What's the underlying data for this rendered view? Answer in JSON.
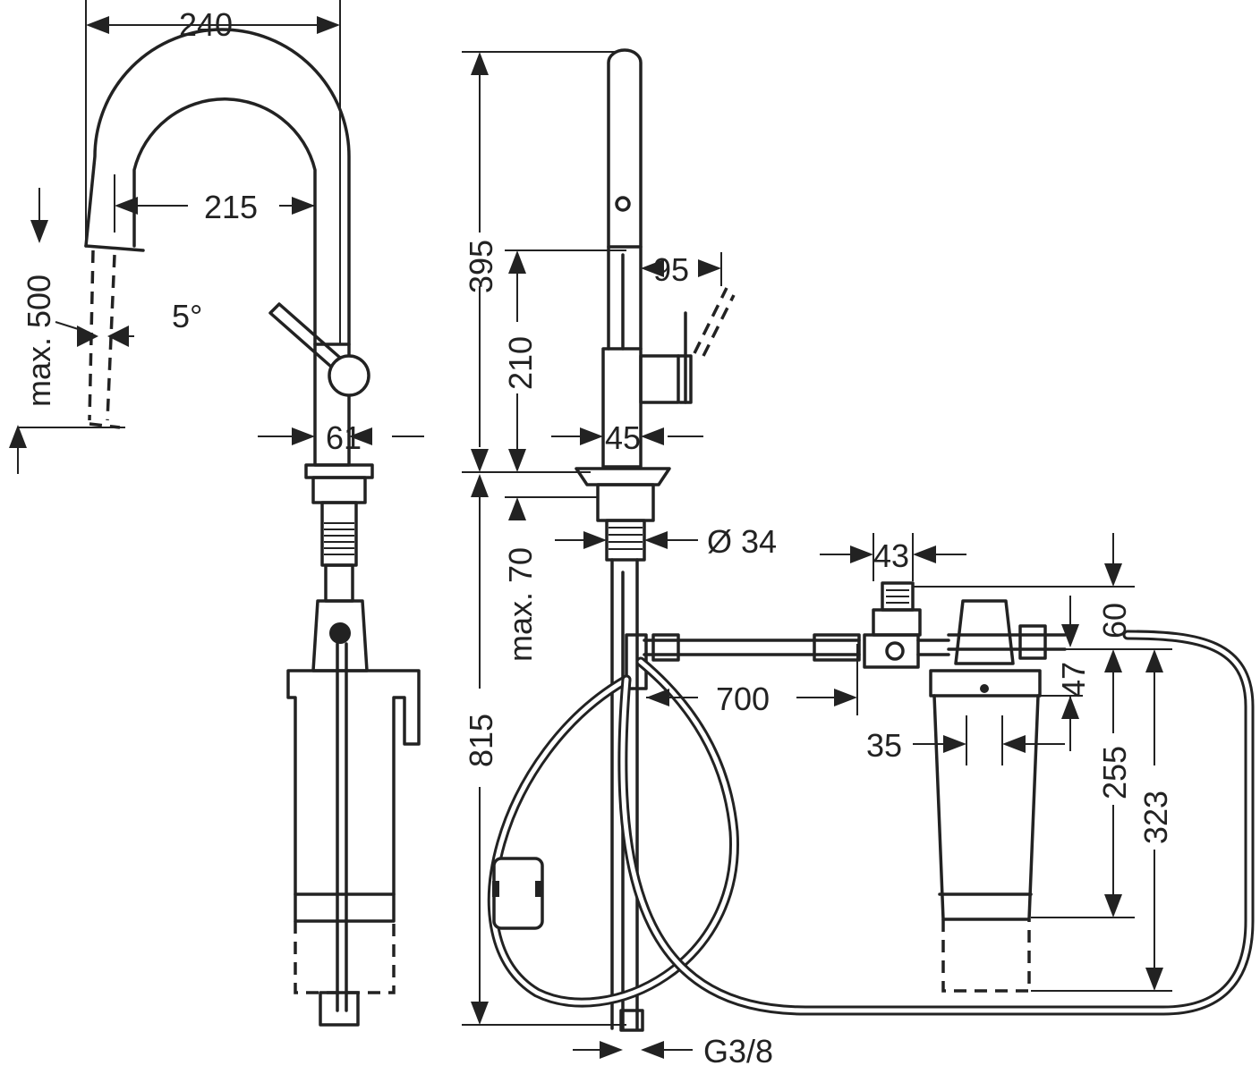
{
  "dimensions": {
    "d240": "240",
    "d215": "215",
    "max500": "max. 500",
    "angle5": "5°",
    "d61": "61",
    "d395": "395",
    "d210": "210",
    "d95": "95",
    "d45": "45",
    "max70": "max. 70",
    "dia34": "Ø 34",
    "d815": "815",
    "d700": "700",
    "d43": "43",
    "d60": "60",
    "d47": "47",
    "d35": "35",
    "d255": "255",
    "d323": "323",
    "thread": "G3/8"
  },
  "colors": {
    "line": "#222222",
    "background": "#ffffff"
  }
}
